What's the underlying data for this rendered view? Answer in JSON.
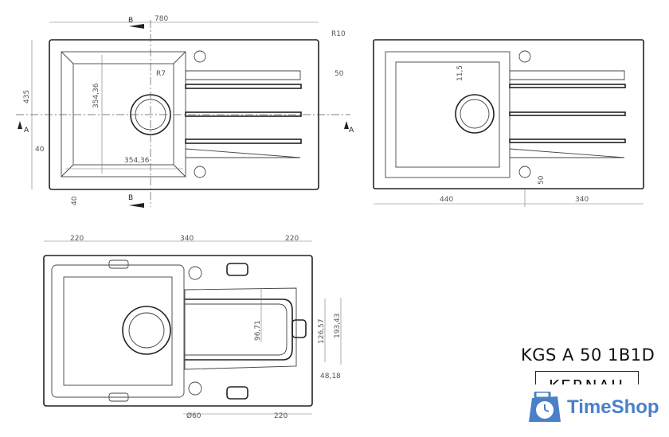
{
  "top_view": {
    "section_b": "B",
    "section_a": "A",
    "width": "780",
    "height": "435",
    "corner_radius": "R10",
    "inner_radius": "R7",
    "drain_offset": "50",
    "bowl_height": "354,36",
    "bowl_width": "354,36",
    "left_margin": "40",
    "bottom_margin": "40"
  },
  "side_view": {
    "offset": "11,5",
    "bottom_offset": "50",
    "left_width": "440",
    "right_width": "340"
  },
  "bottom_view": {
    "top_left": "220",
    "top_mid": "340",
    "top_right": "220",
    "dim_96": "96,71",
    "dim_126": "126,57",
    "dim_193": "193,43",
    "dim_48": "48,18",
    "diameter": "Ø60",
    "bottom_right": "220"
  },
  "title_block": {
    "model": "KGS A 50 1B1D",
    "brand": "KERNAU"
  },
  "watermark": {
    "text": "TimeShop",
    "color": "#4a80c8",
    "icon": "clock-bag-icon"
  }
}
